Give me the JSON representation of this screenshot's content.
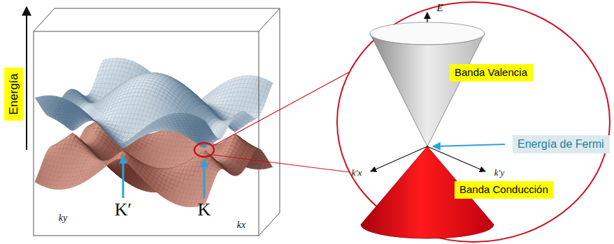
{
  "diagram": {
    "nodes": [
      {
        "text": [
          "Energía"
        ]
      },
      {
        "text": [
          "Banda Valencia"
        ]
      },
      {
        "text": [
          "Energía de Fermi"
        ]
      },
      {
        "text": [
          "Banda Conducción"
        ]
      }
    ],
    "labels": [
      "ky",
      "kx",
      "K′",
      "K",
      "E",
      "k'x",
      "k'y"
    ]
  }
}
